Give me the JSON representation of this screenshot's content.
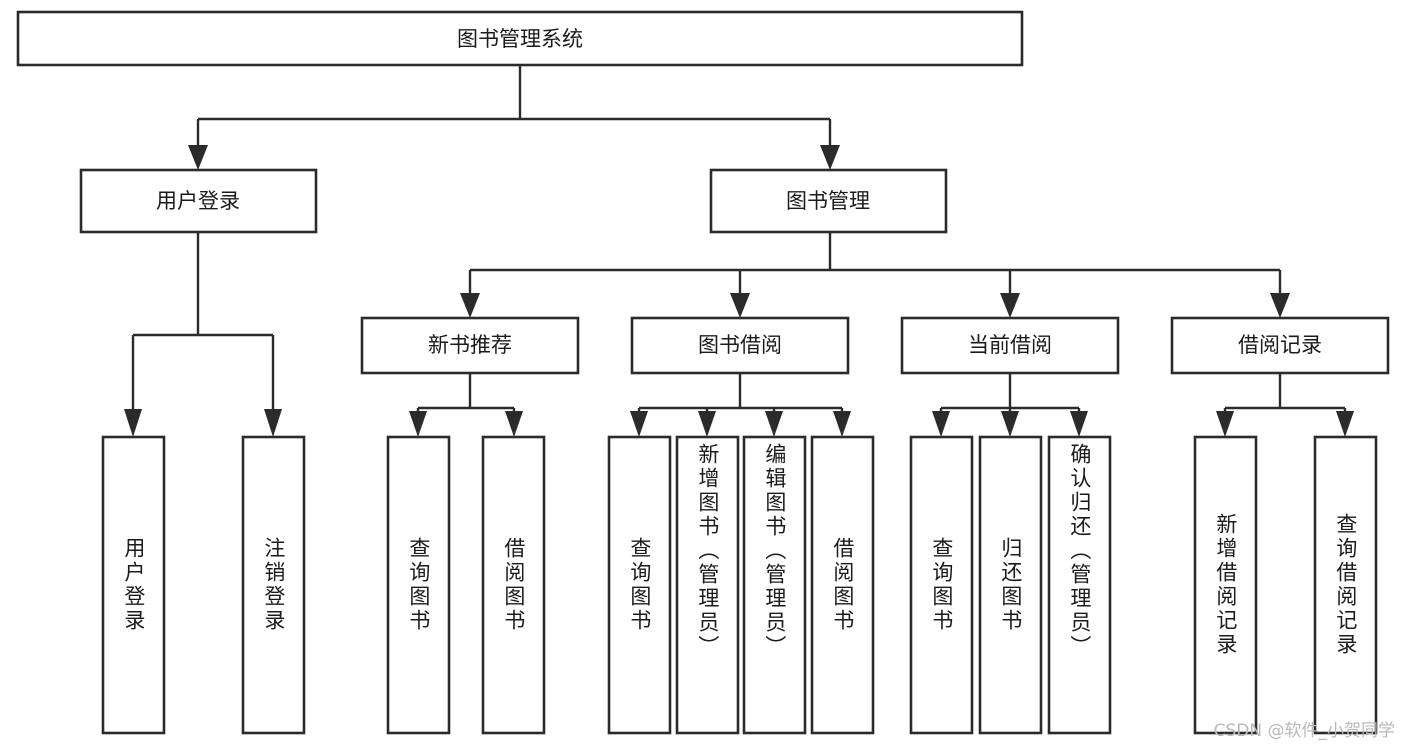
{
  "diagram": {
    "type": "tree",
    "title": "图书管理系统",
    "watermark": "CSDN @软件_小贺同学",
    "colors": {
      "stroke": "#2b2b2b",
      "box_fill": "#ffffff",
      "text": "#1b1b1b",
      "background": "#ffffff",
      "watermark": "#b9b9b9"
    },
    "root": {
      "label": "图书管理系统"
    },
    "level2": [
      {
        "label": "用户登录"
      },
      {
        "label": "图书管理"
      }
    ],
    "level3": [
      {
        "label": "新书推荐"
      },
      {
        "label": "图书借阅"
      },
      {
        "label": "当前借阅"
      },
      {
        "label": "借阅记录"
      }
    ],
    "leaves": {
      "user_login": [
        {
          "label": "用户登录"
        },
        {
          "label": "注销登录"
        }
      ],
      "new_book_recommend": [
        {
          "label": "查询图书"
        },
        {
          "label": "借阅图书"
        }
      ],
      "book_borrow": [
        {
          "label": "查询图书"
        },
        {
          "label": "新增图书（管理员）"
        },
        {
          "label": "编辑图书（管理员）"
        },
        {
          "label": "借阅图书"
        }
      ],
      "current_borrow": [
        {
          "label": "查询图书"
        },
        {
          "label": "归还图书"
        },
        {
          "label": "确认归还（管理员）"
        }
      ],
      "borrow_record": [
        {
          "label": "新增借阅记录"
        },
        {
          "label": "查询借阅记录"
        }
      ]
    }
  }
}
